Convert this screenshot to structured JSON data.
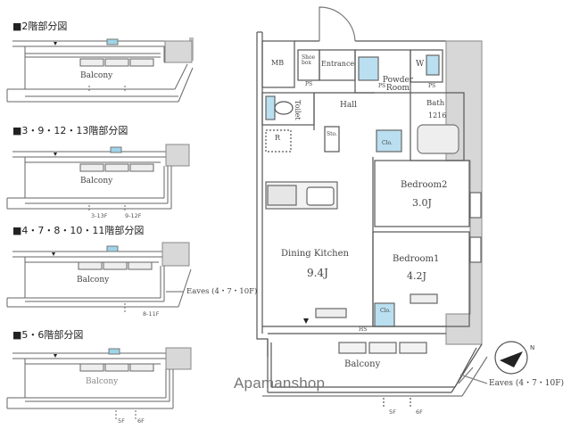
{
  "sections": [
    {
      "title": "■2階部分図",
      "balcony": "Balcony",
      "floor_marks": []
    },
    {
      "title": "■3・9・12・13階部分図",
      "balcony": "Balcony",
      "floor_marks": [
        "3-13F",
        "9-12F"
      ]
    },
    {
      "title": "■4・7・8・10・11階部分図",
      "balcony": "Balcony",
      "floor_marks": [
        "8-11F"
      ],
      "eaves": "Eaves (4・7・10F)"
    },
    {
      "title": "■5・6階部分図",
      "balcony": "Balcony",
      "floor_marks": [
        "5F",
        "6F"
      ]
    }
  ],
  "plan": {
    "mb": "MB",
    "shoe_box": "Shoe box",
    "entrance": "Entrance",
    "powder_room": "Powder Room",
    "w": "W",
    "ps_left": "PS",
    "ps_mid": "PS",
    "ps_right": "PS",
    "toilet": "Toilet",
    "hall": "Hall",
    "bath": "Bath",
    "bath_size": "1216",
    "r": "R",
    "sto": "Sto.",
    "clo_upper": "Clo.",
    "clo_lower": "Clo.",
    "bedroom2": "Bedroom2",
    "bedroom2_size": "3.0J",
    "dining_kitchen": "Dining Kitchen",
    "dining_kitchen_size": "9.4J",
    "bedroom1": "Bedroom1",
    "bedroom1_size": "4.2J",
    "hs": "HS",
    "balcony": "Balcony",
    "eaves": "Eaves (4・7・10F)",
    "floor_5f": "5F",
    "floor_6f": "6F",
    "compass": "N"
  },
  "watermark": "Apamanshop"
}
